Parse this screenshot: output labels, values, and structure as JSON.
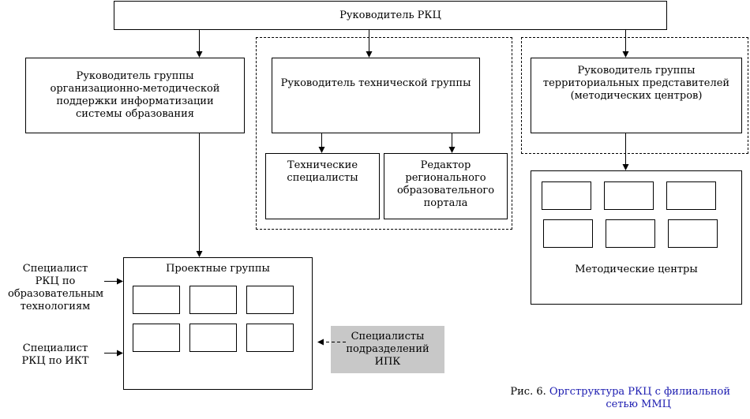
{
  "top": "Руководитель РКЦ",
  "group_org": "Руководитель группы\nорганизационно-методической\nподдержки информатизации\nсистемы образования",
  "group_tech": "Руководитель технической группы",
  "group_terr": "Руководитель группы\nтерриториальных представителей\n(методических центров)",
  "tech_specialists": "Технические\nспециалисты",
  "portal_editor": "Редактор\nрегионального\nобразовательного\nпортала",
  "project_groups": "Проектные группы",
  "method_centers": "Методические центры",
  "spec_edu_tech": "Специалист\nРКЦ по\nобразовательным\nтехнологиям",
  "spec_ict": "Специалист\nРКЦ по ИКТ",
  "spec_ipk": "Специалисты\nподразделений\nИПК",
  "caption_prefix": "Рис. 6.",
  "caption_title_1": "Оргструктура РКЦ с филиальной",
  "caption_title_2": "сетью ММЦ"
}
